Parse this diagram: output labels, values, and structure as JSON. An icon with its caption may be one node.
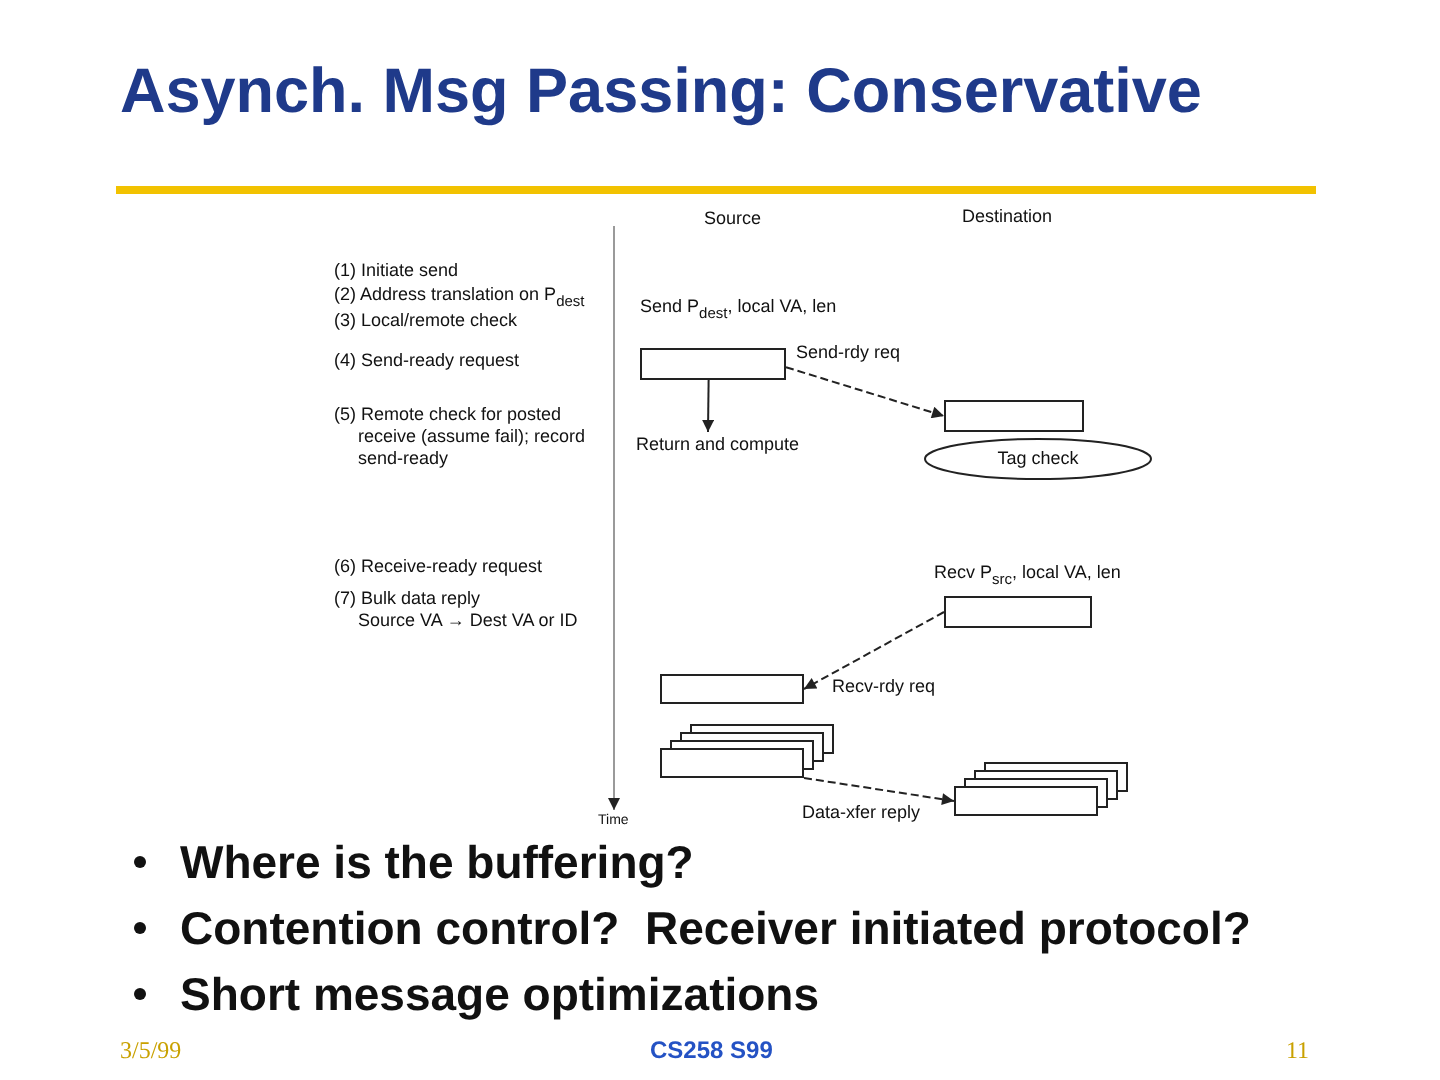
{
  "diagram": {
    "title": "Asynch. Msg Passing: Conservative",
    "nodes": [
      {
        "text": [],
        "shape": "box",
        "beside": [
          "Send P$_{dest}$, local VA, len"
        ]
      },
      {
        "text": [],
        "shape": "box"
      },
      {
        "text": [
          "Return and compute"
        ]
      },
      {
        "text": [
          "Tag check"
        ]
      },
      {
        "text": [],
        "shape": "box",
        "beside": [
          "Recv P$_{src}$, local VA, len"
        ]
      },
      {
        "text": [],
        "shape": "box"
      },
      {
        "text": [],
        "shape": "box"
      },
      {
        "text": [],
        "shape": "box"
      }
    ],
    "edges": [
      {
        "from": 0,
        "to": 1,
        "arrow": "to",
        "label": "Send-rdy req",
        "style": "dashed"
      },
      {
        "from": 0,
        "to": 2,
        "arrow": "to"
      },
      {
        "from": 4,
        "to": 5,
        "arrow": "to",
        "label": "Recv-rdy req",
        "style": "dashed"
      },
      {
        "from": 6,
        "to": 7,
        "arrow": "to",
        "label": "Data-xfer reply",
        "style": "dashed"
      }
    ],
    "labels": [
      "Source",
      "Destination",
      "(1) Initiate send",
      "(2) Address translation on P$_{dest}$",
      "(3) Local/remote check",
      "(4) Send-ready request",
      "(5) Remote check for posted receive (assume fail); record send-ready",
      "(6) Receive-ready request",
      "(7) Bulk data reply",
      "Source VA → Dest VA or ID",
      "Time",
      "Where is the buffering?",
      "Contention control?  Receiver initiated protocol?",
      "Short message optimizations",
      "3/5/99",
      "CS258 S99",
      "11"
    ]
  }
}
